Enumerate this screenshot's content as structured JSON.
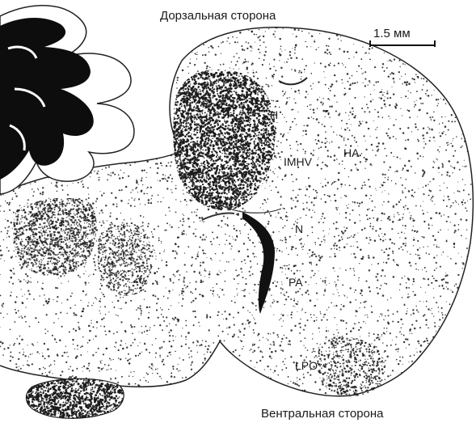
{
  "captions": {
    "top": "Дорзальная сторона",
    "bottom": "Вентральная сторона"
  },
  "scale_bar": {
    "label": "1.5 мм"
  },
  "regions": {
    "h": "H",
    "imhv": "IMHV",
    "ha": "HA",
    "n": "N",
    "pa": "PA",
    "lpo": "LPO"
  },
  "colors": {
    "stipple": "#1a1a1a",
    "background": "#ffffff"
  }
}
